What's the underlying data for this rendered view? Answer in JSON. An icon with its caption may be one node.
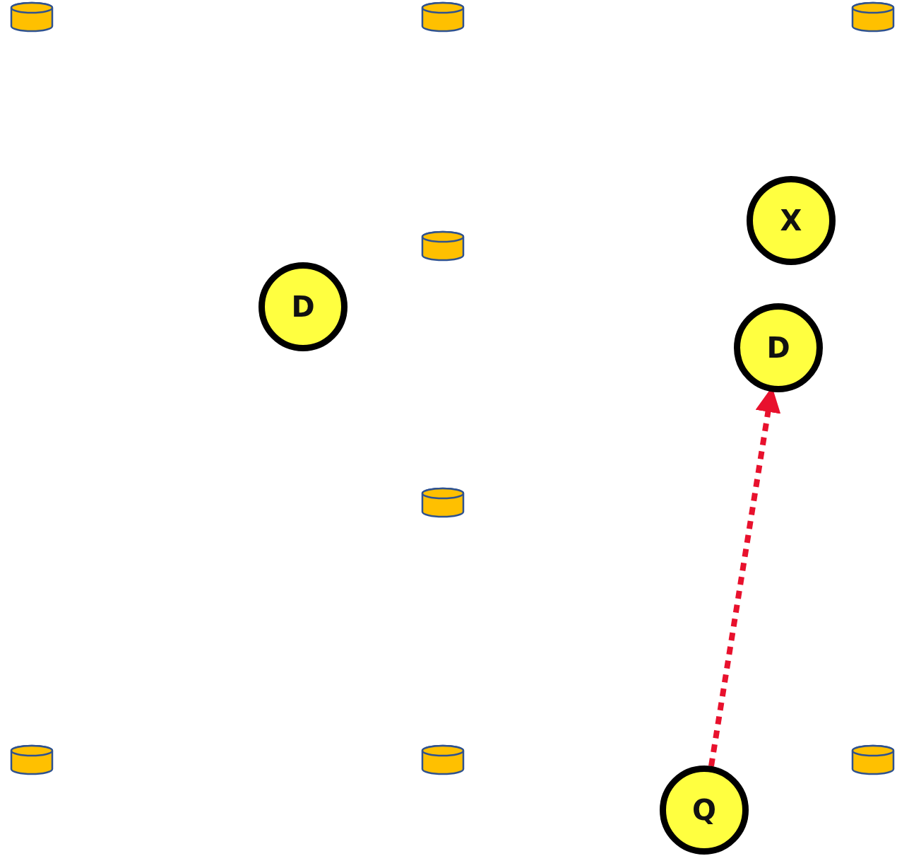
{
  "diagram": {
    "nodes": [
      {
        "text": [
          "X"
        ]
      },
      {
        "text": [
          "D"
        ]
      },
      {
        "text": [
          "D"
        ]
      },
      {
        "text": [
          "Q"
        ]
      }
    ],
    "edges": [
      {
        "from": 3,
        "to": 2,
        "arrow": "to",
        "style": "dashed",
        "color": "#e8112d"
      }
    ]
  }
}
